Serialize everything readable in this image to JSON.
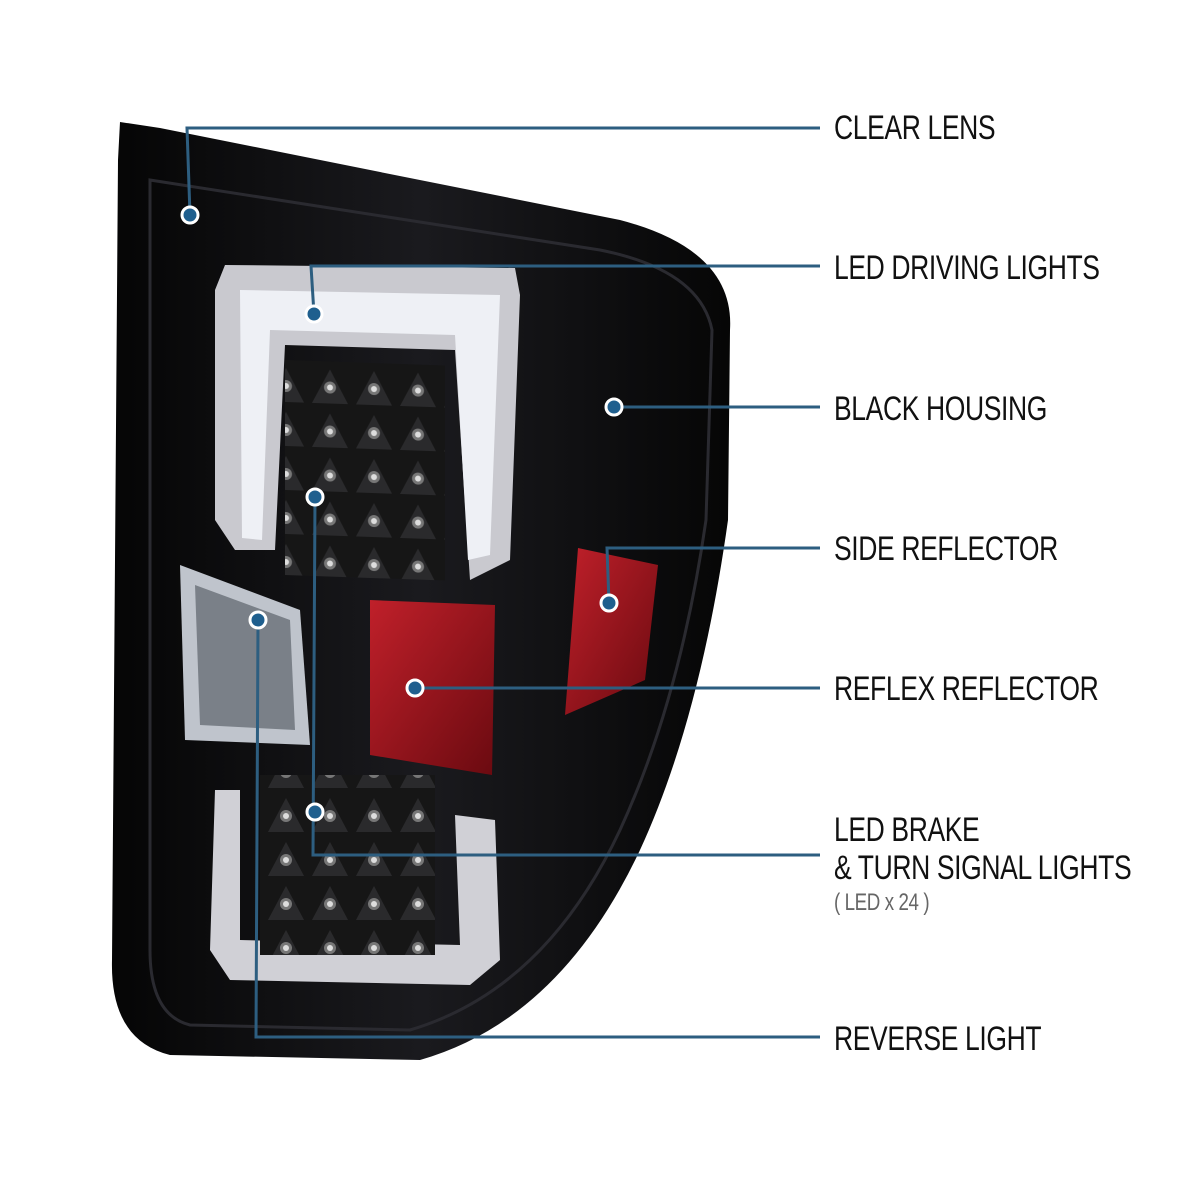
{
  "callouts": [
    {
      "id": "clear-lens",
      "label": "CLEAR LENS"
    },
    {
      "id": "led-driving-lights",
      "label": "LED DRIVING LIGHTS"
    },
    {
      "id": "black-housing",
      "label": "BLACK HOUSING"
    },
    {
      "id": "side-reflector",
      "label": "SIDE REFLECTOR"
    },
    {
      "id": "reflex-reflector",
      "label": "REFLEX REFLECTOR"
    },
    {
      "id": "led-brake",
      "label_line1": "LED BRAKE",
      "label_line2": "& TURN SIGNAL LIGHTS",
      "note": "( LED x 24 )"
    },
    {
      "id": "reverse-light",
      "label": "REVERSE LIGHT"
    }
  ],
  "colors": {
    "callout_line": "#2d5e80",
    "dot": "#1f5f8e",
    "housing": "#0c0c0e",
    "reflector": "#8e1016"
  }
}
